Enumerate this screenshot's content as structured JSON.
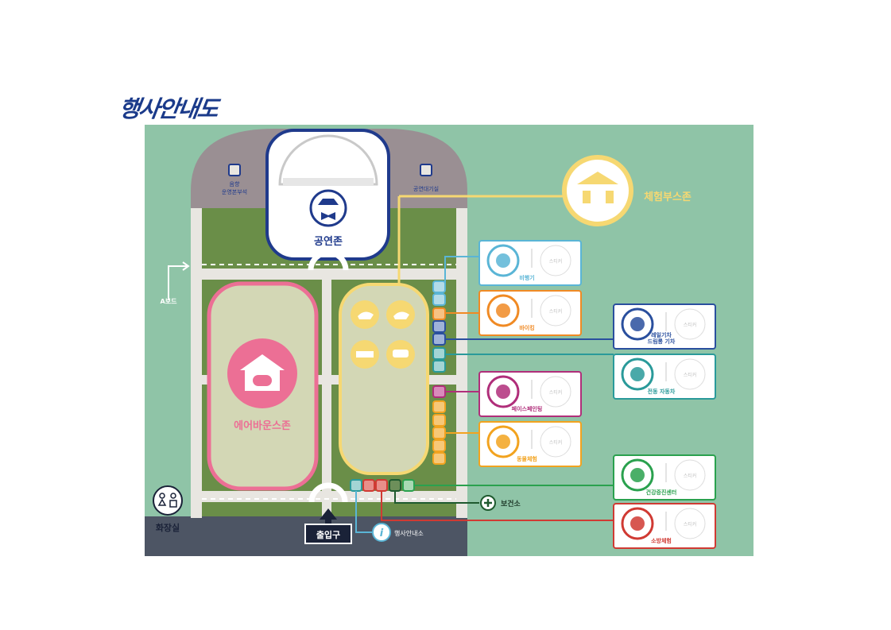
{
  "title": "행사안내도",
  "zones": {
    "performance": "공연존",
    "experience_booth": "체험부스존",
    "air_bounce": "에어바운스존",
    "sound_booth": "음향\n운영본부석",
    "waiting_room": "공연대기실",
    "a_board": "A보드",
    "restroom": "화장실",
    "entrance": "출입구",
    "info_desk": "행사안내소",
    "health": "보건소"
  },
  "sticker_label": "스티커",
  "cards": [
    {
      "label": "비행기",
      "color": "#5ab5d6",
      "icon": "airplane-icon"
    },
    {
      "label": "바이킹",
      "color": "#f08a24",
      "icon": "viking-ship-icon"
    },
    {
      "label": "레일기차\n드림롱 기차",
      "color": "#2a4f9e",
      "icon": "train-icon"
    },
    {
      "label": "전동 자동차",
      "color": "#2a9a9a",
      "icon": "car-icon"
    },
    {
      "label": "페이스페인팅",
      "color": "#b02e7a",
      "icon": "face-paint-icon"
    },
    {
      "label": "동물체험",
      "color": "#f2a31f",
      "icon": "zoo-icon"
    },
    {
      "label": "건강증진센터",
      "color": "#2aa14e",
      "icon": "health-cross-icon"
    },
    {
      "label": "소방체험",
      "color": "#d03a33",
      "icon": "fire-truck-icon"
    }
  ],
  "colors": {
    "background": "#8fc4a7",
    "grass": "#6a8e48",
    "navy": "#1f3a8c",
    "pink": "#ec6f95",
    "yellow": "#f6d872",
    "path": "#e8e6e1"
  }
}
